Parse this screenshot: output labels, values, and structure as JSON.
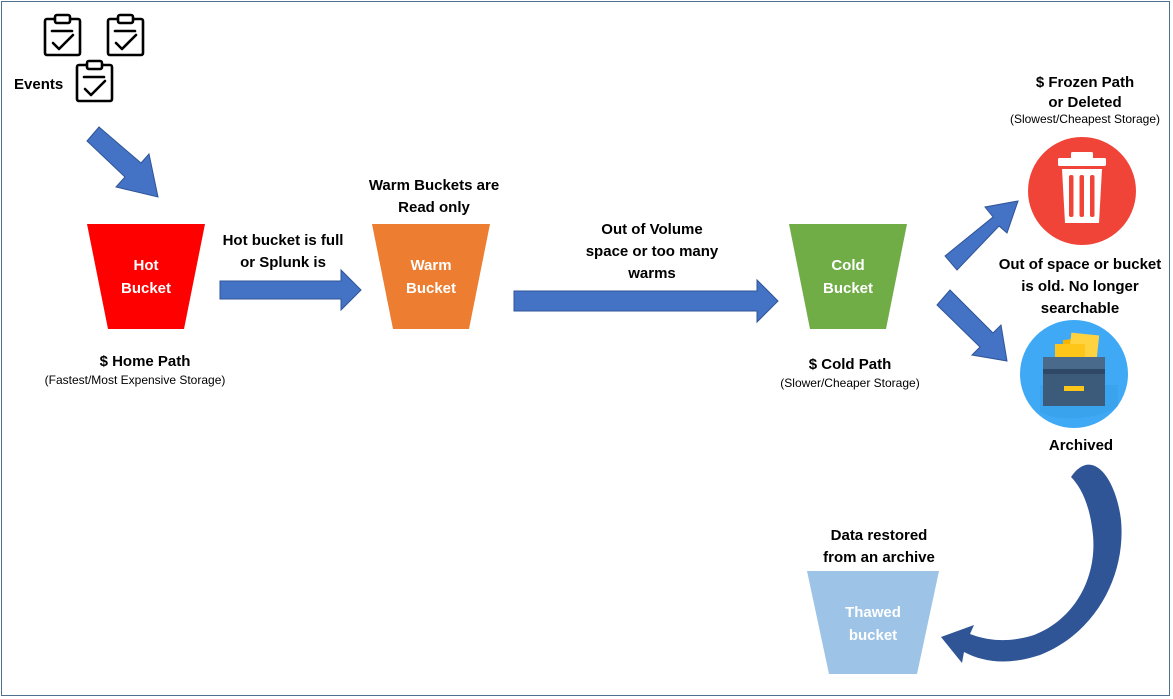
{
  "events_label": "Events",
  "icons": [
    "clipboard-check-icon",
    "clipboard-check-icon",
    "clipboard-check-icon",
    "trash-icon",
    "archive-box-icon"
  ],
  "buckets": {
    "hot": {
      "name": "Hot\nBucket",
      "color": "#ff0000"
    },
    "warm": {
      "name": "Warm\nBucket",
      "color": "#ed7d31"
    },
    "cold": {
      "name": "Cold\nBucket",
      "color": "#70ad47"
    },
    "thawed": {
      "name": "Thawed\nbucket",
      "color": "#9dc3e6"
    }
  },
  "paths": {
    "home": {
      "title": "$ Home Path",
      "sub": "(Fastest/Most Expensive Storage)"
    },
    "cold": {
      "title": "$ Cold Path",
      "sub": "(Slower/Cheaper Storage)"
    },
    "frozen": {
      "title": "$ Frozen Path\nor Deleted",
      "sub": "(Slowest/Cheapest Storage)"
    }
  },
  "transitions": {
    "hot_to_warm": "Hot bucket is full\nor Splunk is",
    "warm_note": "Warm Buckets are\nRead only",
    "warm_to_cold": "Out of Volume\nspace or too many\nwarms",
    "cold_to_frozen": "Out of space or bucket\nis old. No longer\nsearchable",
    "archived": "Archived",
    "thawed_note": "Data restored\nfrom an archive"
  },
  "colors": {
    "arrow": "#4472c4",
    "arrow_stroke": "#2f5597",
    "trash_circle": "#f04438",
    "archive_circle": "#3fa9f5",
    "frame": "#4f6f8f"
  }
}
